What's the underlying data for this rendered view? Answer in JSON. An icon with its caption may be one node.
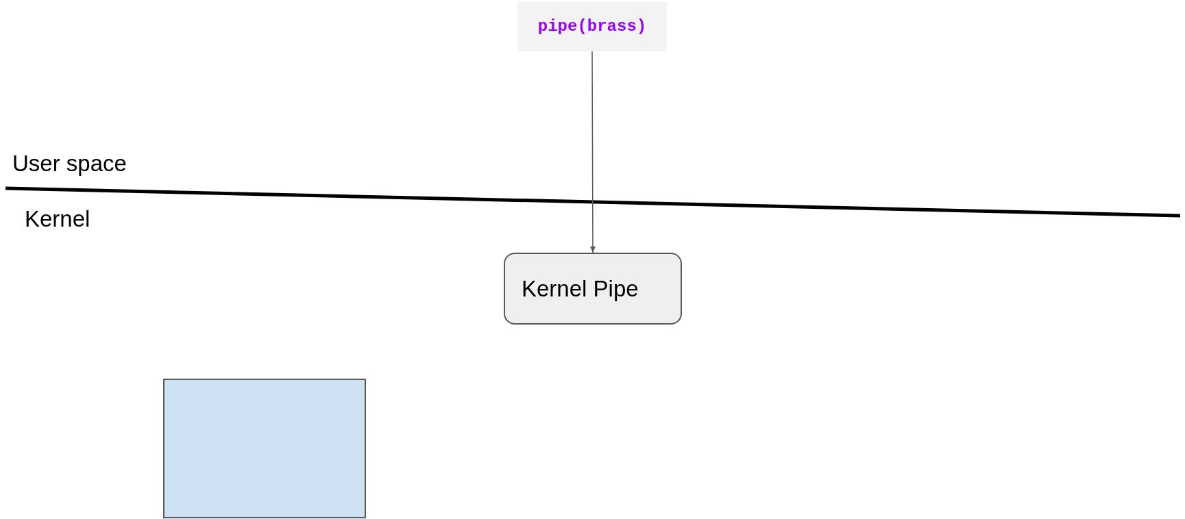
{
  "diagram": {
    "nodes": [
      {
        "text": [
          "pipe(brass)"
        ]
      },
      {
        "text": [
          "Kernel Pipe"
        ]
      },
      {
        "text": [],
        "shape": "box"
      }
    ],
    "edges": [
      {
        "from": 0,
        "to": 1,
        "arrow": "to"
      }
    ],
    "labels": [
      "User space",
      "Kernel"
    ]
  }
}
